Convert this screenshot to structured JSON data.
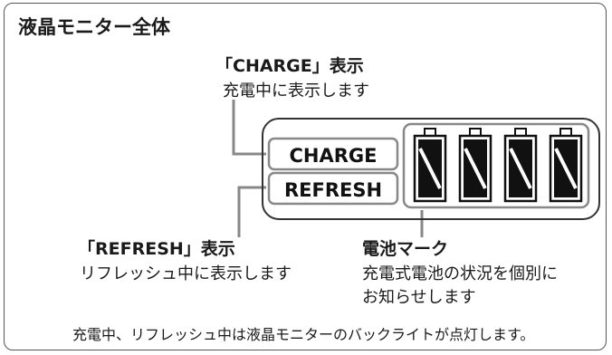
{
  "title": "液晶モニター全体",
  "callouts": {
    "charge": {
      "heading": "「CHARGE」表示",
      "description": "充電中に表示します"
    },
    "refresh": {
      "heading": "「REFRESH」表示",
      "description": "リフレッシュ中に表示します"
    },
    "battery_mark": {
      "heading": "電池マーク",
      "description_lines": [
        "充電式電池の状況を個別に",
        "お知らせします"
      ]
    }
  },
  "lcd": {
    "charge_label": "CHARGE",
    "refresh_label": "REFRESH",
    "battery_count": 4
  },
  "footnote": "充電中、リフレッシュ中は液晶モニターのバックライトが点灯します。",
  "colors": {
    "outline": "#555555",
    "line": "#888888",
    "fill_dark": "#111111",
    "text": "#1a1a1a"
  }
}
